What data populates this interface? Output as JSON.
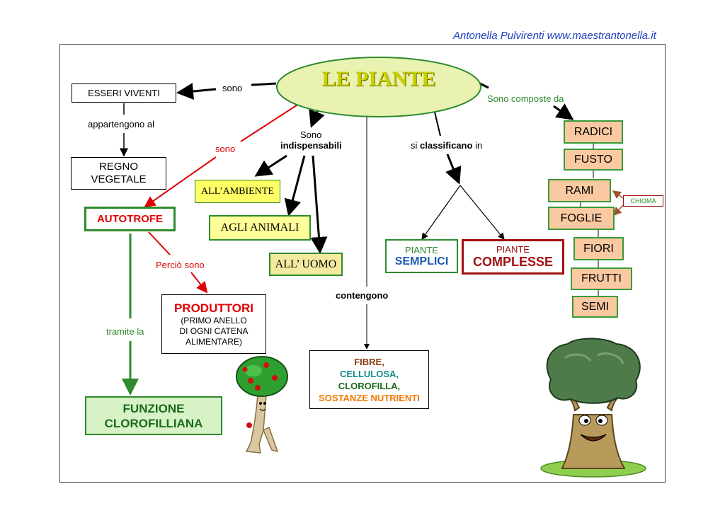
{
  "header": {
    "author": "Antonella Pulvirenti  www.maestrantonella.it"
  },
  "root": {
    "title": "LE PIANTE"
  },
  "nodes": {
    "esseri_viventi": "ESSERI VIVENTI",
    "regno_vegetale": "REGNO\nVEGETALE",
    "autotrofe": "AUTOTROFE",
    "produttori_title": "PRODUTTORI",
    "produttori_sub": "(PRIMO ANELLO\nDI OGNI CATENA\nALIMENTARE)",
    "funzione": "FUNZIONE\nCLOROFILLIANA",
    "ambiente": "ALL’AMBIENTE",
    "animali": "AGLI ANIMALI",
    "uomo": "ALL’ UOMO",
    "fibre": "FIBRE,",
    "cellulosa": "CELLULOSA,",
    "clorofilla": "CLOROFILLA,",
    "sostanze": "SOSTANZE NUTRIENTI",
    "piante_semplici_top": "PIANTE",
    "piante_semplici_bottom": "SEMPLICI",
    "piante_complesse_top": "PIANTE",
    "piante_complesse_bottom": "COMPLESSE",
    "chioma": "CHIOMA",
    "parts": [
      "RADICI",
      "FUSTO",
      "RAMI",
      "FOGLIE",
      "FIORI",
      "FRUTTI",
      "SEMI"
    ]
  },
  "labels": {
    "sono_top": "sono",
    "appartengono": "appartengono al",
    "sono_red": "sono",
    "sono_indisp_1": "Sono",
    "sono_indisp_2": "indispensabili",
    "si_classificano_1": "si",
    "si_classificano_2": "classificano",
    "si_classificano_3": "in",
    "composte": "Sono composte da",
    "percio": "Perciò sono",
    "tramite": "tramite la",
    "contengono": "contengono"
  },
  "colors": {
    "green": "#2e8b2e",
    "red": "#e00000",
    "dark_red": "#a01010",
    "title_fill": "#e9f2b0",
    "title_text": "#c8d000",
    "yellow": "#ffff66",
    "pale_yellow": "#ffff99",
    "fibre": "#8b3a0f",
    "cellulosa": "#0f8b8b",
    "clorofilla": "#1a6b1a",
    "sostanze": "#f07800"
  },
  "icons": [
    "cartoon-tree-icon",
    "smiling-tree-icon"
  ]
}
